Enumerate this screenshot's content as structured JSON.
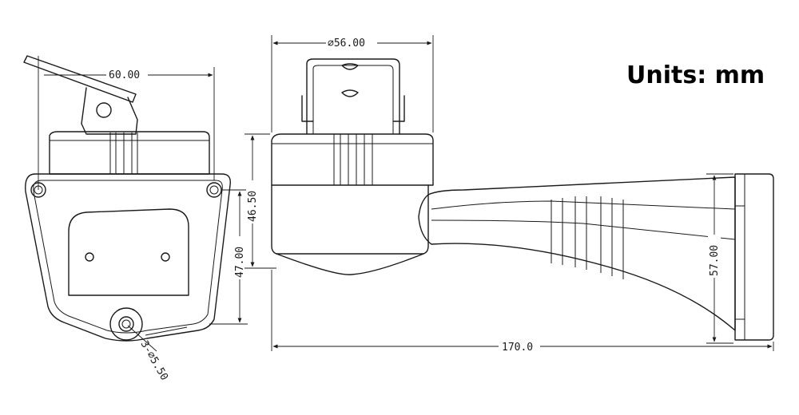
{
  "units_label": "Units: mm",
  "dimensions": {
    "front_width": "60.00",
    "diameter": "⌀56.00",
    "height_cap": "46.50",
    "height_front": "47.00",
    "wall_plate": "57.00",
    "length": "170.0",
    "holes": "3-⌀5.50"
  },
  "colors": {
    "line": "#1a1a1a",
    "background": "#ffffff"
  }
}
